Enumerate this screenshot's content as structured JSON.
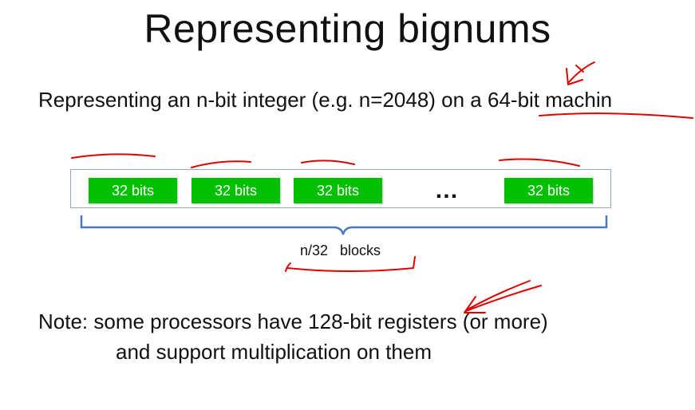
{
  "slide": {
    "title": "Representing bignums",
    "line1": "Representing an n-bit integer  (e.g.  n=2048) on a 64-bit machin",
    "blocks": [
      "32 bits",
      "32 bits",
      "32 bits",
      "32 bits"
    ],
    "ellipsis": "…",
    "brace_caption": "n/32   blocks",
    "note_line1": "Note:  some processors have 128-bit registers (or more)",
    "note_line2": "and support multiplication on them"
  },
  "colors": {
    "block_fill": "#00c000",
    "brace": "#4a78c0",
    "annotation_ink": "#e00000",
    "box_border": "#8fa7c8"
  }
}
